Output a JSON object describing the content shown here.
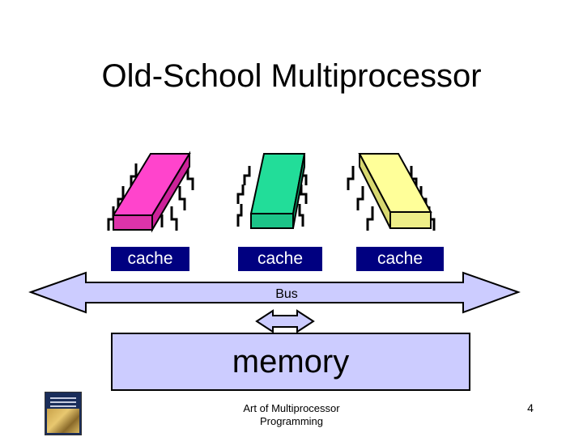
{
  "title": "Old-School Multiprocessor",
  "processors": [
    {
      "color": "#ff44cc",
      "cache_label": "cache"
    },
    {
      "color": "#22dd99",
      "cache_label": "cache"
    },
    {
      "color": "#ffff99",
      "cache_label": "cache"
    }
  ],
  "bus_label": "Bus",
  "memory_label": "memory",
  "footer_text": "Art of Multiprocessor Programming",
  "page_number": "4",
  "colors": {
    "cache_bg": "#000080",
    "bus_fill": "#ccccff",
    "memory_fill": "#ccccff"
  }
}
